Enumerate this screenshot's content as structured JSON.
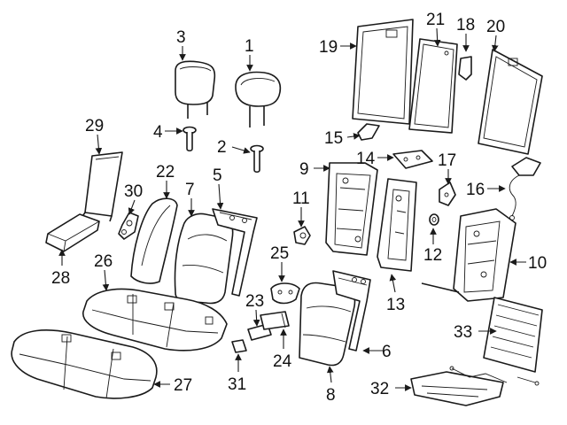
{
  "callouts": {
    "c1": "1",
    "c2": "2",
    "c3": "3",
    "c4": "4",
    "c5": "5",
    "c6": "6",
    "c7": "7",
    "c8": "8",
    "c9": "9",
    "c10": "10",
    "c11": "11",
    "c12": "12",
    "c13": "13",
    "c14": "14",
    "c15": "15",
    "c16": "16",
    "c17": "17",
    "c18": "18",
    "c19": "19",
    "c20": "20",
    "c21": "21",
    "c22": "22",
    "c23": "23",
    "c24": "24",
    "c25": "25",
    "c26": "26",
    "c27": "27",
    "c28": "28",
    "c29": "29",
    "c30": "30",
    "c31": "31",
    "c32": "32",
    "c33": "33"
  }
}
